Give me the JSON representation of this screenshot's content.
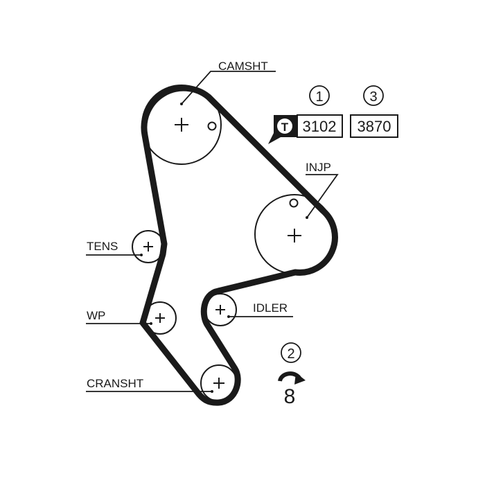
{
  "labels": {
    "camshaft": "CAMSHT",
    "injection_pump": "INJP",
    "tensioner": "TENS",
    "water_pump": "WP",
    "idler": "IDLER",
    "crankshaft": "CRANSHT"
  },
  "markers": {
    "one": "1",
    "two": "2",
    "three": "3"
  },
  "tension": {
    "badge_letter": "T",
    "value_1": "3102",
    "value_3": "3870"
  },
  "rotation": {
    "count": "8"
  },
  "colors": {
    "ink": "#1a1a1a",
    "background": "#ffffff"
  }
}
